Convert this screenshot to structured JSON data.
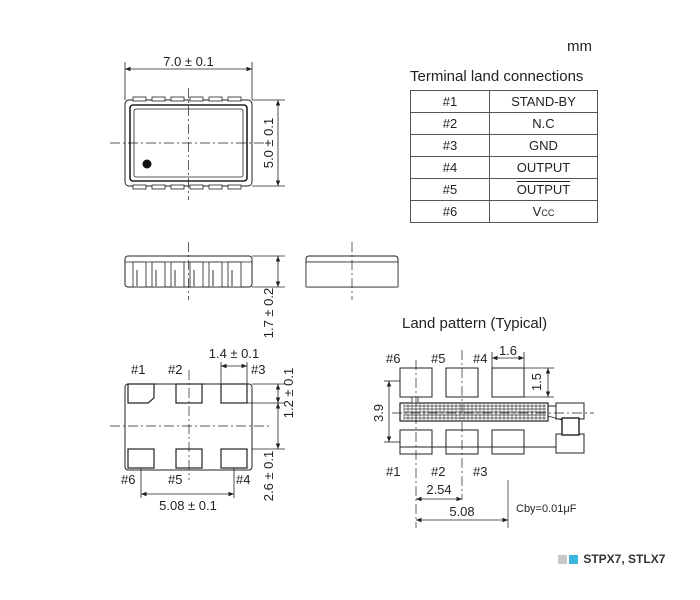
{
  "unit_label": "mm",
  "terminal_table": {
    "title": "Terminal land connections",
    "rows": [
      {
        "pin": "#1",
        "function": "STAND-BY"
      },
      {
        "pin": "#2",
        "function": "N.C"
      },
      {
        "pin": "#3",
        "function": "GND"
      },
      {
        "pin": "#4",
        "function": "OUTPUT"
      },
      {
        "pin": "#5",
        "function": "OUTPUT"
      },
      {
        "pin": "#6",
        "function_main": "V",
        "function_sub": "CC"
      }
    ]
  },
  "package": {
    "width_dim": "7.0 ± 0.1",
    "height_dim": "5.0 ± 0.1",
    "thickness_dim": "1.7 ± 0.2",
    "pad_width_dim": "1.4 ± 0.1",
    "pad_height_dim": "1.2 ± 0.1",
    "pad_span_dim": "2.6 ± 0.1",
    "pitch_dim": "5.08 ± 0.1",
    "pins_top": [
      "#1",
      "#2",
      "#3"
    ],
    "pins_bottom": [
      "#6",
      "#5",
      "#4"
    ]
  },
  "land_pattern": {
    "title": "Land pattern (Typical)",
    "pad_w": "1.6",
    "pad_h": "1.5",
    "row_span": "3.9",
    "pitch_half": "2.54",
    "pitch_full": "5.08",
    "cap_note": "Cby=0.01μF",
    "pins_top": [
      "#6",
      "#5",
      "#4"
    ],
    "pins_bottom": [
      "#1",
      "#2",
      "#3"
    ]
  },
  "footer": {
    "text": "STPX7, STLX7",
    "colors": {
      "grey": "#c8c8c8",
      "accent": "#3cb4dc"
    }
  }
}
